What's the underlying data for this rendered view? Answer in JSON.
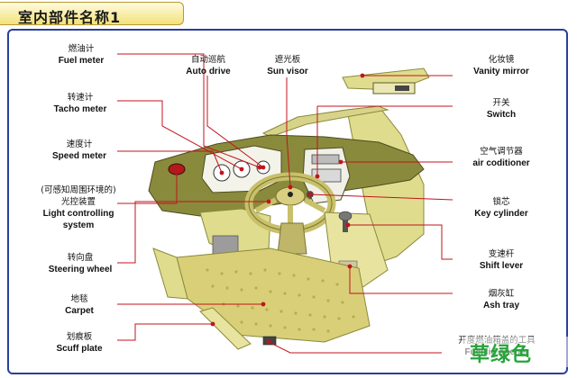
{
  "title": "室内部件名称1",
  "labels": {
    "fuel_meter": {
      "cn": "燃油计",
      "en": "Fuel meter"
    },
    "auto_drive": {
      "cn": "自动巡航",
      "en": "Auto drive"
    },
    "sun_visor": {
      "cn": "遮光板",
      "en": "Sun visor"
    },
    "vanity_mirror": {
      "cn": "化妆镜",
      "en": "Vanity mirror"
    },
    "tacho_meter": {
      "cn": "转速计",
      "en": "Tacho meter"
    },
    "switch": {
      "cn": "开关",
      "en": "Switch"
    },
    "speed_meter": {
      "cn": "速度计",
      "en": "Speed meter"
    },
    "air_conditioner": {
      "cn": "空气调节器",
      "en": "air coditioner"
    },
    "light_controlling": {
      "cn1": "(可感知周围环境的)",
      "cn2": "光控装置",
      "en1": "Light controlling",
      "en2": "system"
    },
    "key_cylinder": {
      "cn": "锁芯",
      "en": "Key cylinder"
    },
    "steering_wheel": {
      "cn": "转向盘",
      "en": "Steering wheel"
    },
    "shift_lever": {
      "cn": "变速杆",
      "en": "Shift lever"
    },
    "carpet": {
      "cn": "地毯",
      "en": "Carpet"
    },
    "ash_tray": {
      "cn": "烟灰缸",
      "en": "Ash tray"
    },
    "scuff_plate": {
      "cn": "划痕板",
      "en": "Scuff plate"
    },
    "fuel_lid_opener": {
      "cn": "开度燃油箱盖的工具",
      "en": "Fuel lid opener"
    }
  },
  "watermark": "草绿色",
  "colors": {
    "frame": "#2a3e9c",
    "dashboard": "#8a8a3c",
    "trim": "#e0dc8e",
    "callout_line": "#c0141c",
    "title_fill": "#f3e27a"
  }
}
